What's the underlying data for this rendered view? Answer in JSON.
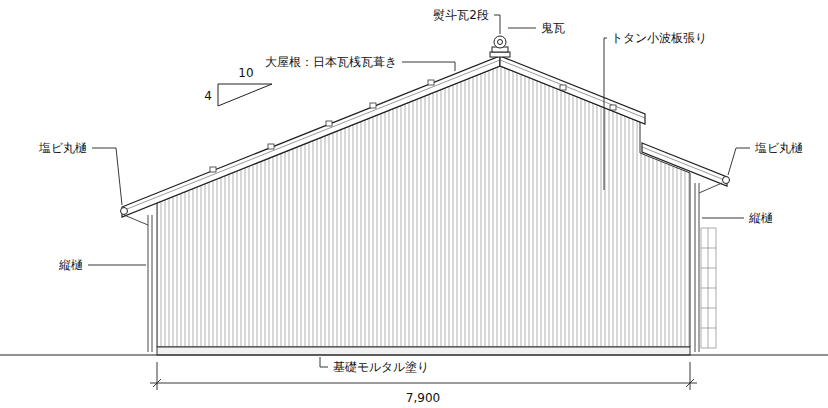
{
  "diagram": {
    "labels": [
      "熨斗瓦2段",
      "鬼瓦",
      "大屋根：日本瓦桟瓦葺き",
      "トタン小波板張り",
      "10",
      "4",
      "塩ビ丸樋",
      "塩ビ丸樋",
      "縦樋",
      "縦樋",
      "基礎モルタル塗り",
      "7,900"
    ]
  }
}
